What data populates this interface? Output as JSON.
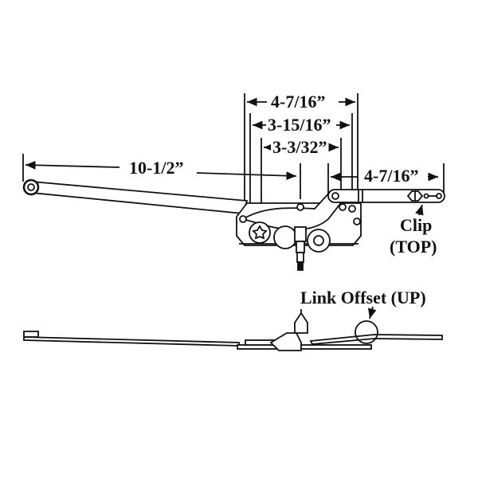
{
  "figure": {
    "subject": "casement window operator (dual arm) dimensional diagram",
    "stroke_color": "#111111",
    "background_color": "#ffffff"
  },
  "dimensions": {
    "overall_top": "4-7/16”",
    "middle": "3-15/16”",
    "inner": "3-3/32”",
    "long_arm": "10-1/2”",
    "short_arm": "4-7/16”"
  },
  "callouts": {
    "clip_line1": "Clip",
    "clip_line2": "(TOP)",
    "link_offset": "Link Offset (UP)"
  }
}
